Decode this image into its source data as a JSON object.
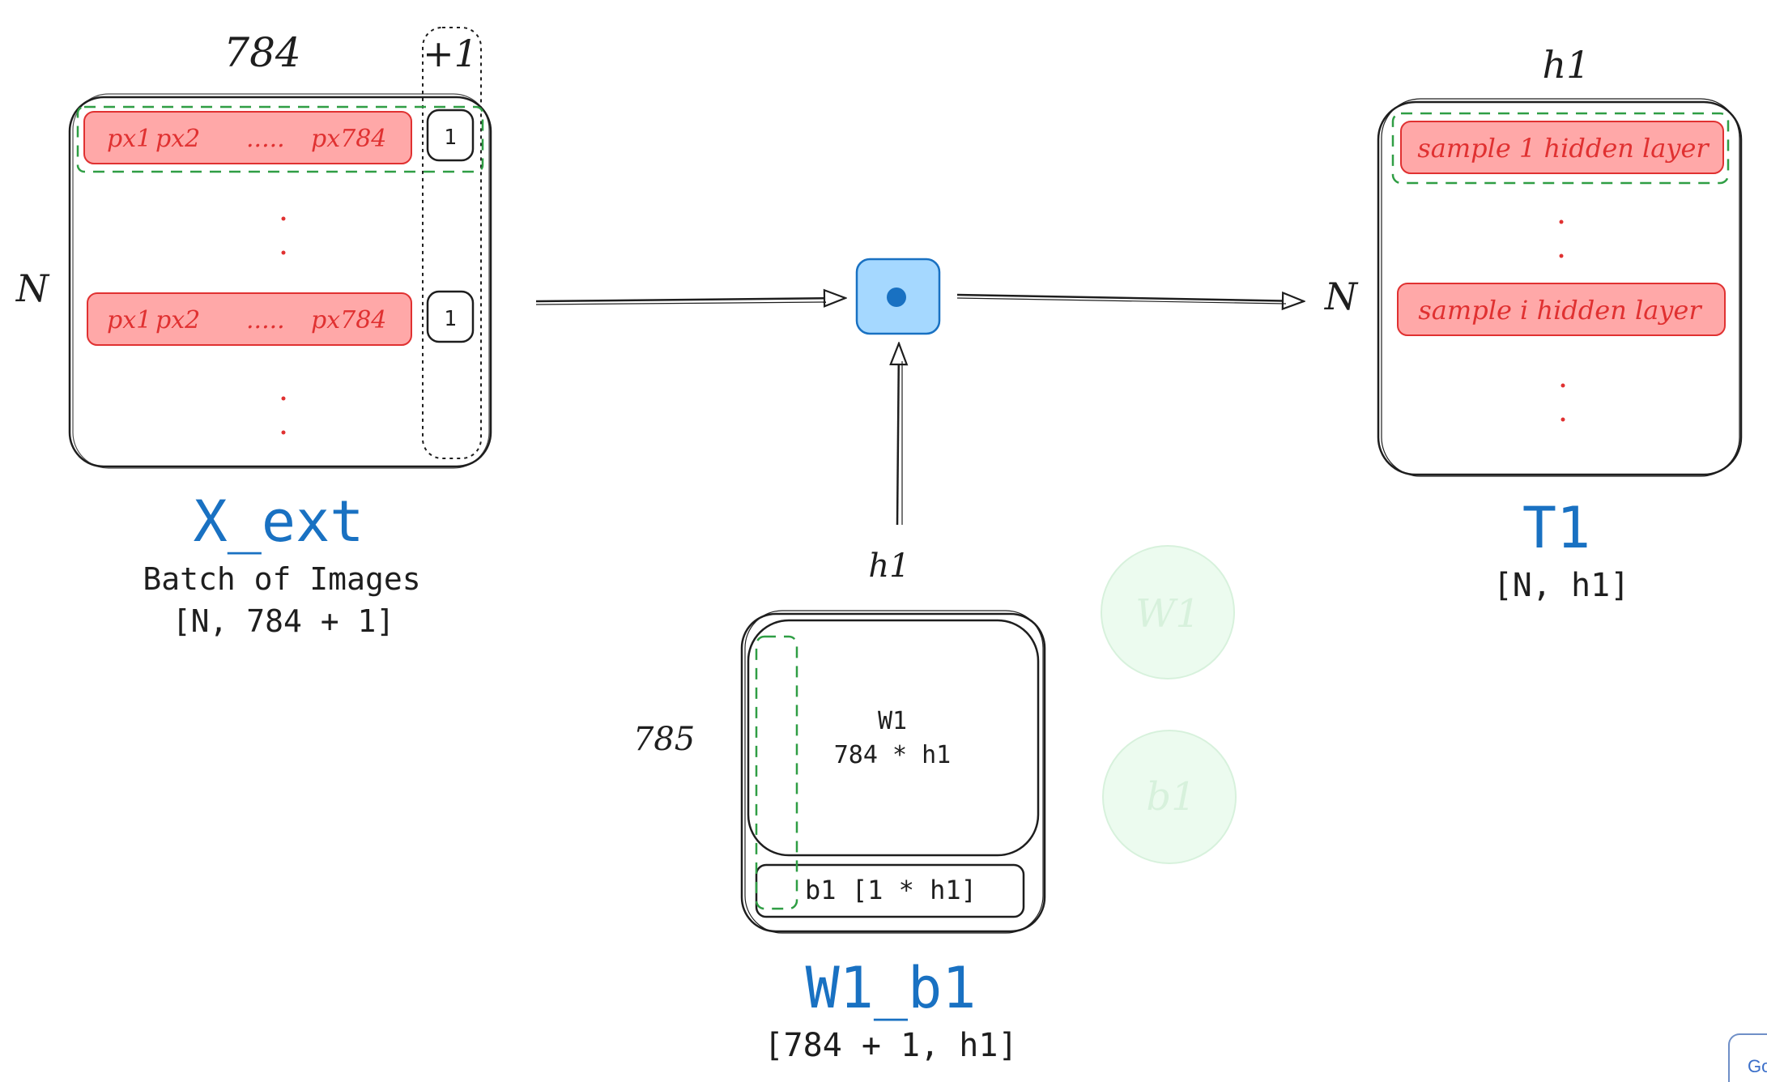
{
  "x_ext": {
    "cols_label": "784",
    "plus_label": "+1",
    "rows_label": "N",
    "row_first": [
      "px1",
      "px2",
      ".....",
      "px784"
    ],
    "row_second": [
      "px1",
      "px2",
      ".....",
      "px784"
    ],
    "bias_value": "1",
    "title": "X_ext",
    "subtitle": "Batch of Images",
    "shape": "[N, 784 + 1]"
  },
  "op": {
    "name": "dot-product"
  },
  "w1_b1": {
    "top_label": "h1",
    "side_label": "785",
    "w_name": "W1",
    "w_shape": "784 * h1",
    "b_text": "b1 [1 * h1]",
    "title": "W1_b1",
    "shape": "[784 + 1, h1]"
  },
  "t1": {
    "cols_label": "h1",
    "rows_label": "N",
    "row_first": "sample 1 hidden layer",
    "row_second": "sample i hidden layer",
    "title": "T1",
    "shape": "[N, h1]"
  },
  "faded": {
    "w": "W1",
    "b": "b1"
  },
  "corner": {
    "text": "Go"
  },
  "colors": {
    "ink": "#1e1e1e",
    "title_blue": "#1971c2",
    "row_red_fill": "#ffa8a8",
    "row_red_text": "#e03131",
    "dashed_green": "#2f9e44",
    "op_fill": "#a5d8ff",
    "op_dot": "#1971c2",
    "faded_green": "#ebfbee"
  }
}
